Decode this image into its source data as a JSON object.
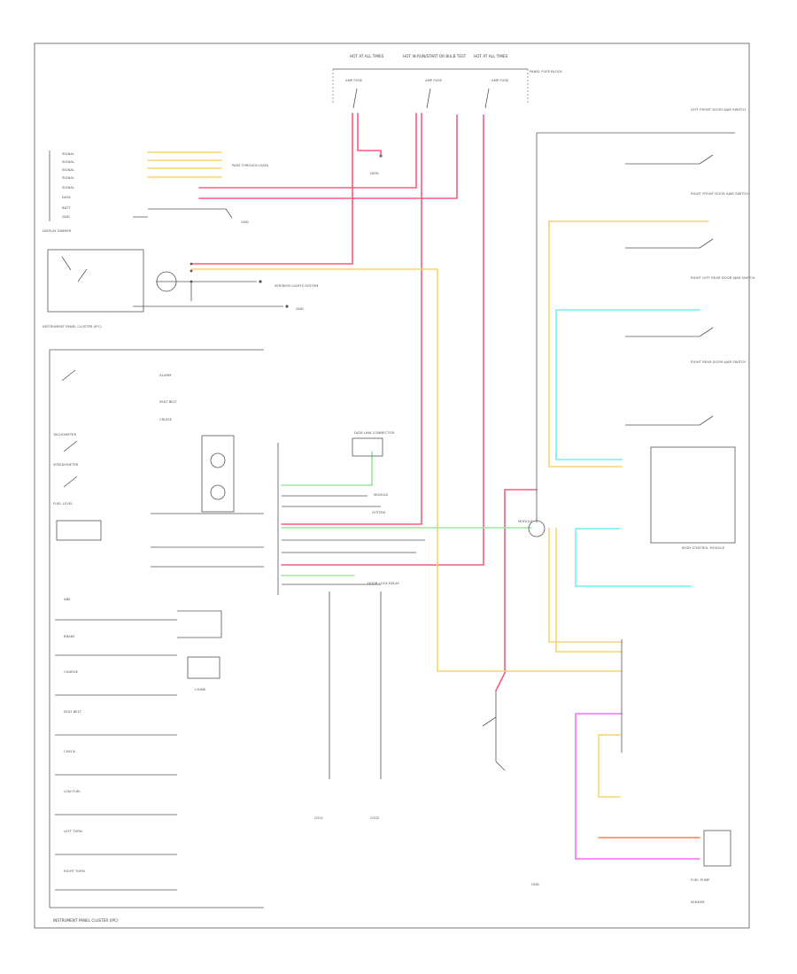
{
  "diagram": {
    "top_fuse_labels": [
      "HOT AT ALL TIMES",
      "HOT IN RUN/START OR BULB TEST",
      "HOT AT ALL TIMES"
    ],
    "top_fuse_names": [
      "AMP FUSE",
      "AMP FUSE",
      "AMP FUSE"
    ],
    "top_box": "PANEL FUSE BLOCK",
    "right_switch_labels": [
      "LEFT FRONT DOOR AJAR SWITCH",
      "RIGHT FRONT DOOR AJAR SWITCH",
      "RIGHT LEFT REAR DOOR AJAR SWITCH",
      "RIGHT REAR DOOR AJAR SWITCH"
    ],
    "left_labels": [
      "SIGNAL",
      "SIGNAL",
      "SIGNAL",
      "SIGNAL",
      "SIGNAL",
      "DATA",
      "BATT",
      "GND"
    ],
    "left_block_1": "PASS THROUGH DATA",
    "left_block_2": "DISPLAY DIMMER",
    "cluster_items": [
      "ALARM",
      "SEAT BELT",
      "CRUISE",
      "TACHOMETER",
      "SPEEDOMETER",
      "FUEL LEVEL",
      "CHIME",
      "ABS",
      "BRAKE",
      "CHARGE",
      "SEAT BELT",
      "CHECK",
      "LOW FUEL",
      "LEFT TURN",
      "RIGHT TURN"
    ],
    "cluster_title": "INSTRUMENT PANEL CLUSTER (IPC)",
    "center_labels": [
      "DATA LINK CONNECTOR",
      "INTERIOR LIGHTS SYSTEM",
      "DOOR LOCK RELAY"
    ],
    "bottom_grounds": [
      "G201",
      "G202"
    ],
    "right_modules": [
      "BODY CONTROL MODULE",
      "FUEL PUMP",
      "SENDER"
    ],
    "footer": "INSTRUMENT PANEL CLUSTER (IPC)"
  }
}
